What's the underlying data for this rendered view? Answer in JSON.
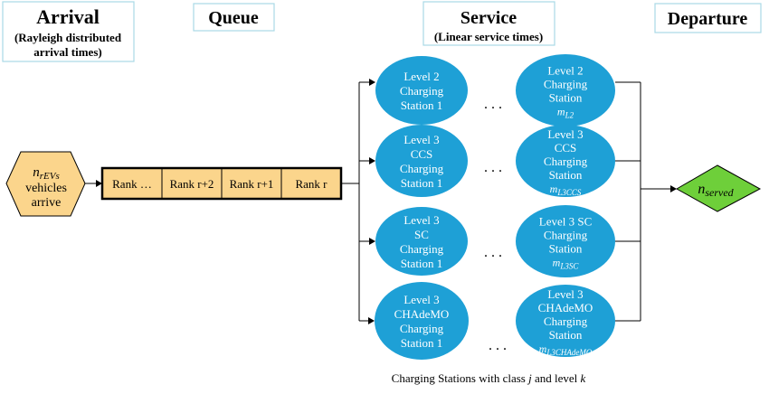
{
  "headers": {
    "arrival_title": "Arrival",
    "arrival_sub_1": "(Rayleigh distributed",
    "arrival_sub_2": "arrival times)",
    "queue_title": "Queue",
    "service_title": "Service",
    "service_sub": "(Linear service times)",
    "departure_title": "Departure"
  },
  "arrival_node": {
    "symbol": "n",
    "subscript": "rEVs",
    "line2": "vehicles",
    "line3": "arrive"
  },
  "queue_cells": [
    "Rank …",
    "Rank r+2",
    "Rank r+1",
    "Rank r"
  ],
  "stations_left": [
    {
      "lines": [
        "Level 2",
        "Charging",
        "Station 1"
      ]
    },
    {
      "lines": [
        "Level 3",
        "CCS",
        "Charging",
        "Station 1"
      ]
    },
    {
      "lines": [
        "Level 3",
        "SC",
        "Charging",
        "Station 1"
      ]
    },
    {
      "lines": [
        "Level 3",
        "CHAdeMO",
        "Charging",
        "Station 1"
      ]
    }
  ],
  "stations_right": [
    {
      "lines": [
        "Level 2",
        "Charging",
        "Station"
      ],
      "m_symbol": "m",
      "m_sub": "L2"
    },
    {
      "lines": [
        "Level 3",
        "CCS",
        "Charging",
        "Station"
      ],
      "m_symbol": "m",
      "m_sub": "L3CCS"
    },
    {
      "lines": [
        "Level 3 SC",
        "Charging",
        "Station"
      ],
      "m_symbol": "m",
      "m_sub": "L3SC"
    },
    {
      "lines": [
        "Level 3",
        "CHAdeMO",
        "Charging",
        "Station"
      ],
      "m_symbol": "m",
      "m_sub": "L3CHAdeMO"
    }
  ],
  "ellipsis": ". . .",
  "footer": {
    "prefix": "Charging Stations with class ",
    "class_var": "j",
    "middle": " and level ",
    "level_var": "k"
  },
  "departure_node": {
    "symbol": "n",
    "subscript": "served"
  },
  "colors": {
    "header_border": "#a9d9e6",
    "arrival_fill": "#fbd58c",
    "queue_fill": "#fbd58c",
    "station_fill": "#1ea0d6",
    "station_text": "#ffffff",
    "departure_fill": "#6ecf3a",
    "line": "#000000"
  }
}
